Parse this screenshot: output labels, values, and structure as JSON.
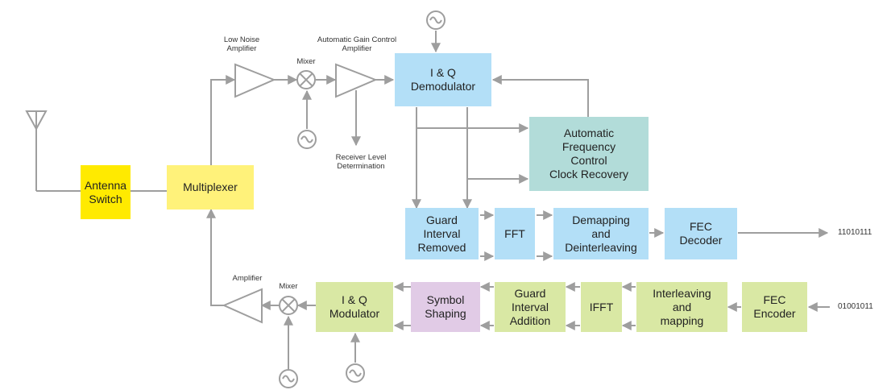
{
  "colors": {
    "line": "#9e9e9e",
    "yellow": "#ffea00",
    "light_yellow": "#fff27a",
    "blue": "#b3dff7",
    "teal": "#b2dcd9",
    "green": "#d9e8a4",
    "purple": "#e1cbe6"
  },
  "receiver": {
    "antenna_switch": "Antenna\nSwitch",
    "multiplexer": "Multiplexer",
    "lna_label": "Low Noise\nAmplifier",
    "mixer_label": "Mixer",
    "agc_label": "Automatic Gain Control\nAmplifier",
    "receiver_level_label": "Receiver Level\nDetermination",
    "iq_demodulator": "I & Q\nDemodulator",
    "afc": "Automatic\nFrequency\nControl\nClock Recovery",
    "guard_removed": "Guard\nInterval\nRemoved",
    "fft": "FFT",
    "demapping": "Demapping\nand\nDeinterleaving",
    "fec_decoder": "FEC\nDecoder",
    "output_bits": "11010111"
  },
  "transmitter": {
    "amplifier_label": "Amplifier",
    "mixer_label": "Mixer",
    "iq_modulator": "I & Q\nModulator",
    "symbol_shaping": "Symbol\nShaping",
    "guard_addition": "Guard\nInterval\nAddition",
    "ifft": "IFFT",
    "interleaving": "Interleaving\nand\nmapping",
    "fec_encoder": "FEC\nEncoder",
    "input_bits": "01001011"
  }
}
